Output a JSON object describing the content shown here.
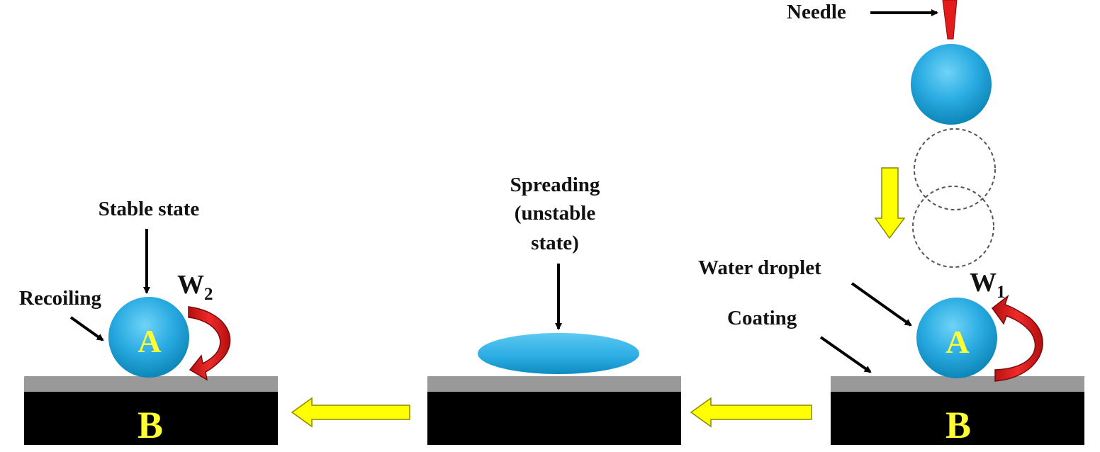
{
  "labels": {
    "needle": "Needle",
    "water_droplet": "Water droplet",
    "coating": "Coating",
    "w1_main": "W",
    "w1_sub": "1",
    "w2_main": "W",
    "w2_sub": "2",
    "stable_state": "Stable state",
    "recoiling": "Recoiling",
    "spreading_line1": "Spreading",
    "spreading_line2": "(unstable",
    "spreading_line3": "state)",
    "droplet_letter": "A",
    "substrate_letter": "B"
  },
  "colors": {
    "droplet": "#29abe2",
    "coating": "#999999",
    "substrate": "#000000",
    "flow_arrow": "#ffff00",
    "curved_arrow": "#e31b1b",
    "needle": "#e31b1b",
    "letter": "#ffff33"
  }
}
